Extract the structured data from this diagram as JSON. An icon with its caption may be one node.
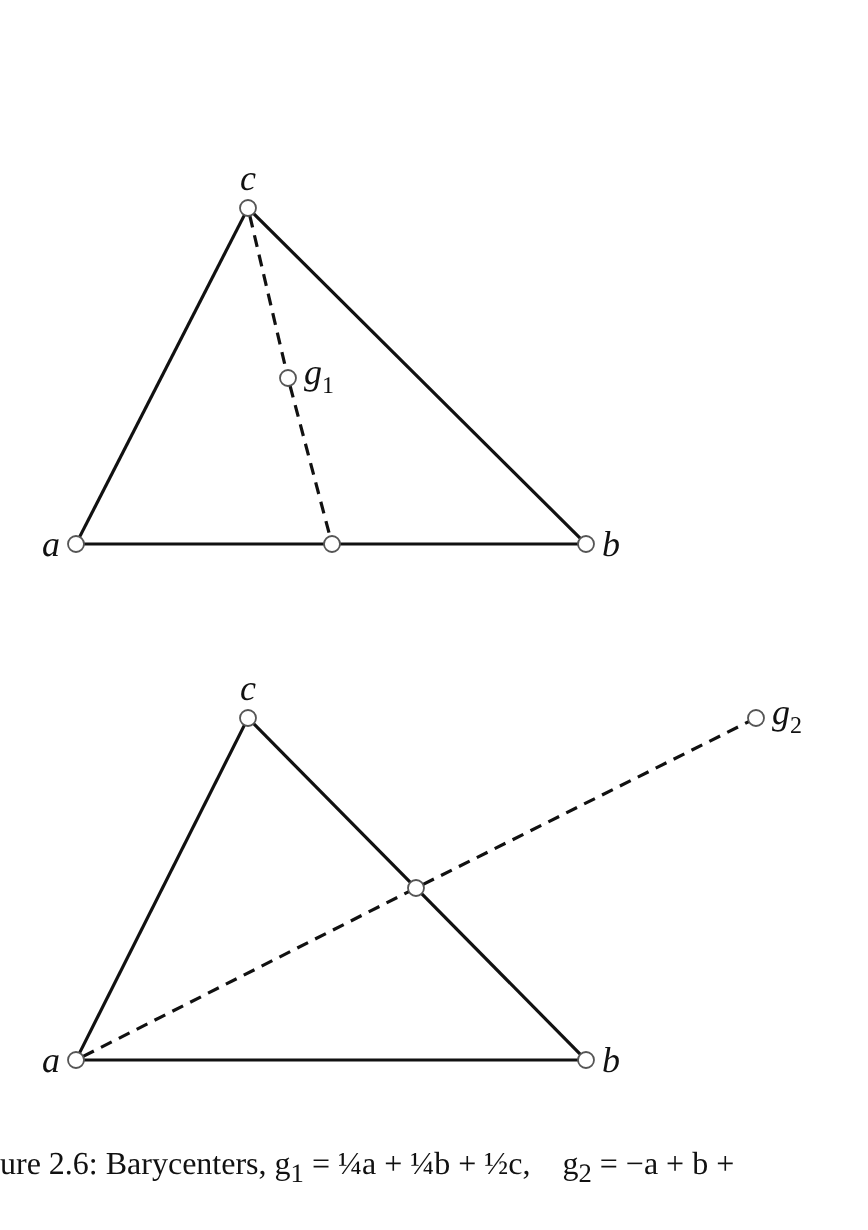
{
  "diagram": {
    "caption": "ure 2.6: Barycenters, g$_{1}$ = ¼a + ¼b + ½c,    g$_{2}$ = −a + b +",
    "nodes": [
      {
        "text": [
          "a"
        ]
      },
      {
        "text": [
          "b"
        ]
      },
      {
        "text": [
          "c"
        ]
      },
      {
        "text": [
          "g$_{1}$"
        ]
      },
      {
        "text": [],
        "shape": "circle"
      },
      {
        "text": [
          "a"
        ]
      },
      {
        "text": [
          "b"
        ]
      },
      {
        "text": [
          "c"
        ]
      },
      {
        "text": [
          "g$_{2}$"
        ]
      },
      {
        "text": [],
        "shape": "circle"
      }
    ],
    "edges": [
      {
        "from": 0,
        "to": 4,
        "arrow": "none"
      },
      {
        "from": 4,
        "to": 1,
        "arrow": "none"
      },
      {
        "from": 0,
        "to": 2,
        "arrow": "none"
      },
      {
        "from": 2,
        "to": 1,
        "arrow": "none"
      },
      {
        "from": 2,
        "to": 3,
        "arrow": "none",
        "style": "dashed"
      },
      {
        "from": 3,
        "to": 4,
        "arrow": "none",
        "style": "dashed"
      },
      {
        "from": 5,
        "to": 6,
        "arrow": "none"
      },
      {
        "from": 5,
        "to": 7,
        "arrow": "none"
      },
      {
        "from": 7,
        "to": 9,
        "arrow": "none"
      },
      {
        "from": 9,
        "to": 6,
        "arrow": "none"
      },
      {
        "from": 5,
        "to": 9,
        "arrow": "none",
        "style": "dashed"
      },
      {
        "from": 9,
        "to": 8,
        "arrow": "none",
        "style": "dashed"
      }
    ]
  }
}
